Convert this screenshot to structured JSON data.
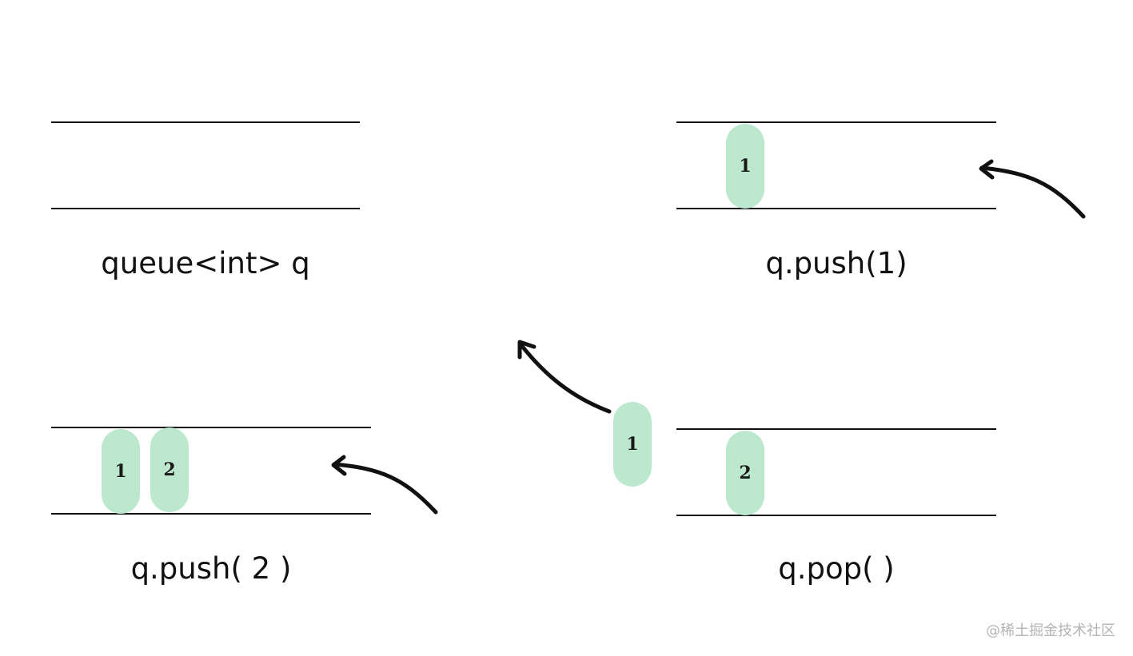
{
  "steps": [
    {
      "caption": "queue<int> q",
      "items": []
    },
    {
      "caption": "q.push(1)",
      "items": [
        "1"
      ]
    },
    {
      "caption": "q.push( 2 )",
      "items": [
        "1",
        "2"
      ]
    },
    {
      "caption": "q.pop( )",
      "items": [
        "2"
      ],
      "popped": "1"
    }
  ],
  "colors": {
    "item_fill": "#bce8cd",
    "line": "#111111"
  },
  "watermark": "@稀土掘金技术社区"
}
